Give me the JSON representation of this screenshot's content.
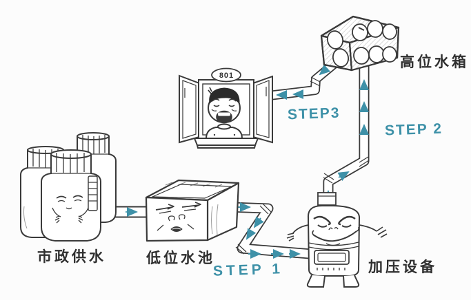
{
  "colors": {
    "ink": "#3a3a3a",
    "accent": "#3e91a8",
    "paper": "#fcfcfc"
  },
  "nodes": [
    {
      "id": "municipal-supply",
      "label": "市政供水"
    },
    {
      "id": "low-level-pool",
      "label": "低位水池"
    },
    {
      "id": "pressurization-equipment",
      "label": "加压设备"
    },
    {
      "id": "high-level-tank",
      "label": "高位水箱"
    },
    {
      "id": "room-801",
      "label": "801"
    }
  ],
  "steps": [
    {
      "id": "step1",
      "label": "STEP 1",
      "from": "低位水池",
      "to": "加压设备"
    },
    {
      "id": "step2",
      "label": "STEP 2",
      "from": "加压设备",
      "to": "高位水箱"
    },
    {
      "id": "step3",
      "label": "STEP3",
      "from": "高位水箱",
      "to": "801"
    }
  ]
}
